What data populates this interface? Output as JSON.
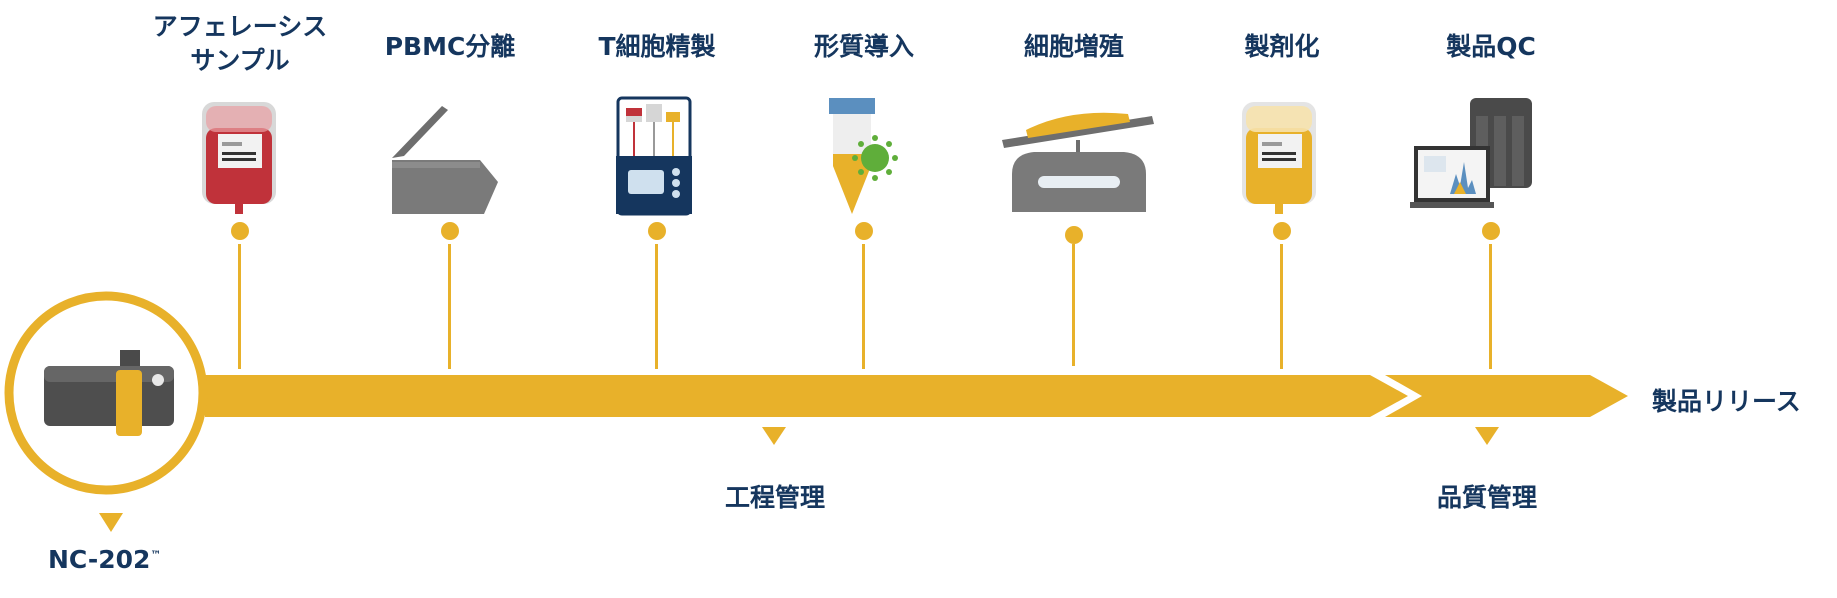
{
  "stages": [
    {
      "label": "アフェレーシス\nサンプル",
      "icon": "blood-bag-icon"
    },
    {
      "label": "PBMC分離",
      "icon": "centrifuge-icon"
    },
    {
      "label": "T細胞精製",
      "icon": "cell-separator-icon"
    },
    {
      "label": "形質導入",
      "icon": "tube-virus-icon"
    },
    {
      "label": "細胞増殖",
      "icon": "rocking-bioreactor-icon"
    },
    {
      "label": "製剤化",
      "icon": "product-bag-icon"
    },
    {
      "label": "製品QC",
      "icon": "flow-cytometer-icon"
    }
  ],
  "process_control": "工程管理",
  "quality_control": "品質管理",
  "release": "製品リリース",
  "product": {
    "name": "NC-202",
    "mark": "™",
    "icon": "nc202-device-icon"
  },
  "colors": {
    "accent": "#e8b12a",
    "text": "#15365e",
    "device_gray": "#7a7a7a",
    "blood_red": "#c0323a"
  }
}
